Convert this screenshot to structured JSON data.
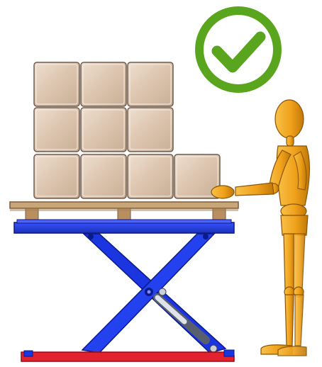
{
  "scene": {
    "description_text": "",
    "status_icon": "checkmark-circle-icon",
    "colors": {
      "check_green": "#5aa51e",
      "box_fill": "#dcc4ae",
      "box_edge": "#6d5b4e",
      "pallet_wood": "#c9a57a",
      "platform_blue": "#1f37d6",
      "scissor_blue": "#1b36e0",
      "base_red": "#e2222e",
      "mannequin": "#f2a21a",
      "mannequin_shade": "#b86e07"
    },
    "box_stack": {
      "columns_by_row": [
        3,
        3,
        4
      ]
    }
  }
}
